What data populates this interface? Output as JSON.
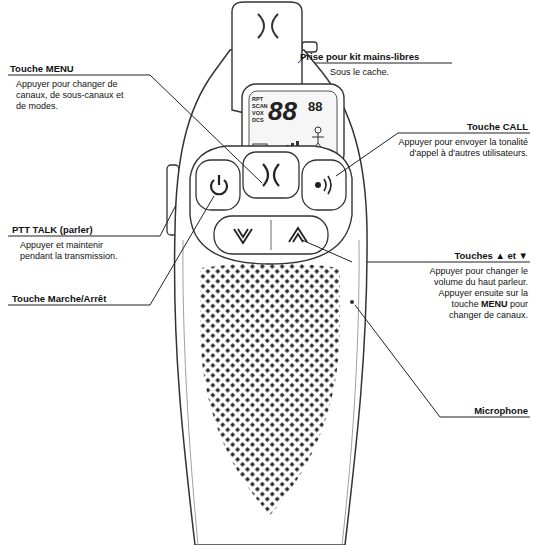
{
  "diagram": {
    "labels": [
      "Touche MENU",
      "Appuyer pour changer de canaux, de sous-canaux et de modes.",
      "Prise pour kit mains-libres",
      "Sous le cache.",
      "Touche CALL",
      "Appuyer pour envoyer la tonalité d'appel à d'autres utilisateurs.",
      "PTT TALK (parler)",
      "Appuyer et maintenir pendant la transmission.",
      "Touche Marche/Arrêt",
      "Touches ▲ et ▼",
      "Appuyer pour changer le volume du haut parleur. Appuyer ensuite sur la touche",
      "MENU",
      "pour changer de canaux.",
      "Microphone",
      "RPT",
      "SCAN",
      "VOX",
      "DCS",
      "88",
      "88"
    ]
  }
}
